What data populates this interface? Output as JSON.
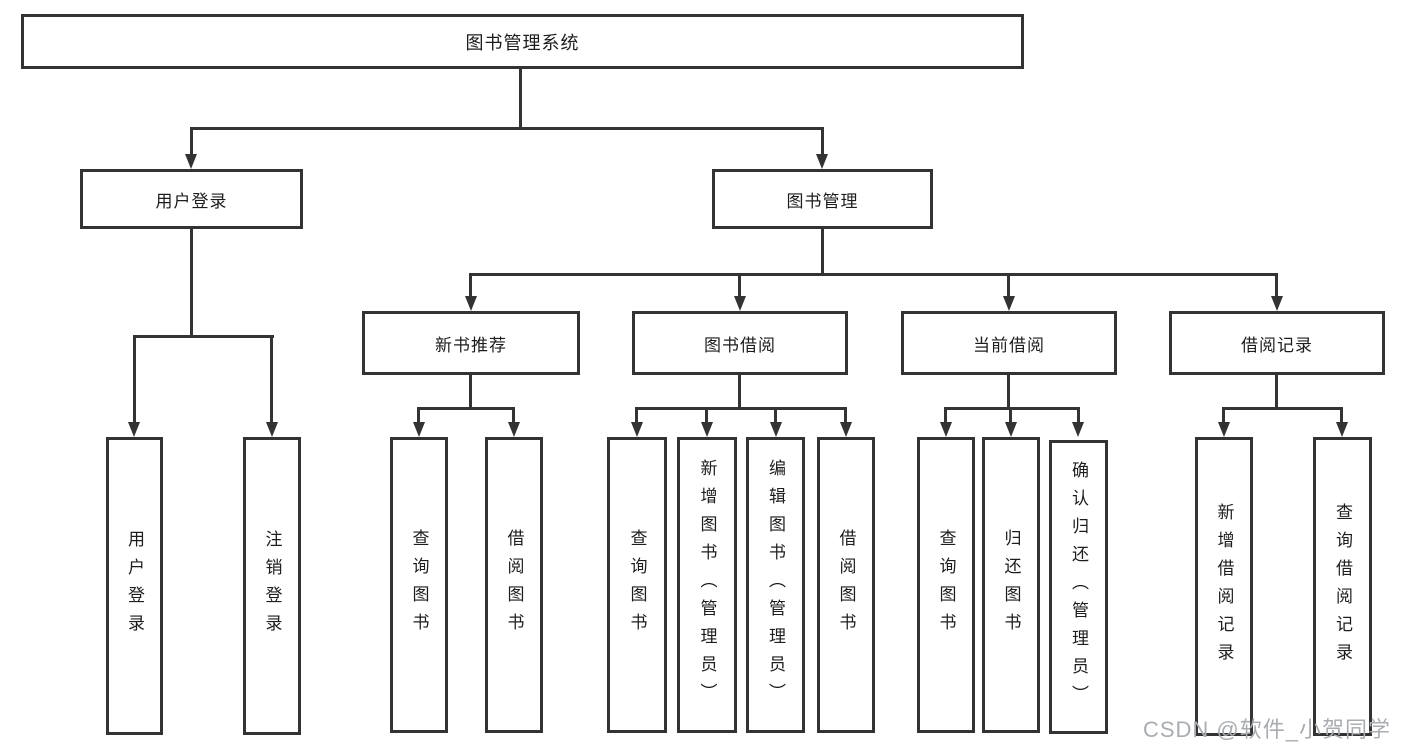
{
  "tree": {
    "label": "图书管理系统",
    "children": [
      {
        "label": "用户登录",
        "children": [
          {
            "label": "用户登录"
          },
          {
            "label": "注销登录"
          }
        ]
      },
      {
        "label": "图书管理",
        "children": [
          {
            "label": "新书推荐",
            "children": [
              {
                "label": "查询图书"
              },
              {
                "label": "借阅图书"
              }
            ]
          },
          {
            "label": "图书借阅",
            "children": [
              {
                "label": "查询图书"
              },
              {
                "label": "新增图书（管理员）"
              },
              {
                "label": "编辑图书（管理员）"
              },
              {
                "label": "借阅图书"
              }
            ]
          },
          {
            "label": "当前借阅",
            "children": [
              {
                "label": "查询图书"
              },
              {
                "label": "归还图书"
              },
              {
                "label": "确认归还（管理员）"
              }
            ]
          },
          {
            "label": "借阅记录",
            "children": [
              {
                "label": "新增借阅记录"
              },
              {
                "label": "查询借阅记录"
              }
            ]
          }
        ]
      }
    ]
  },
  "watermark": "CSDN @软件_小贺同学",
  "colors": {
    "line": "#333333",
    "box_border": "#333333",
    "box_fill": "#ffffff",
    "text": "#1d1d1f",
    "background": "#ffffff",
    "watermark": "#a9acb0"
  }
}
